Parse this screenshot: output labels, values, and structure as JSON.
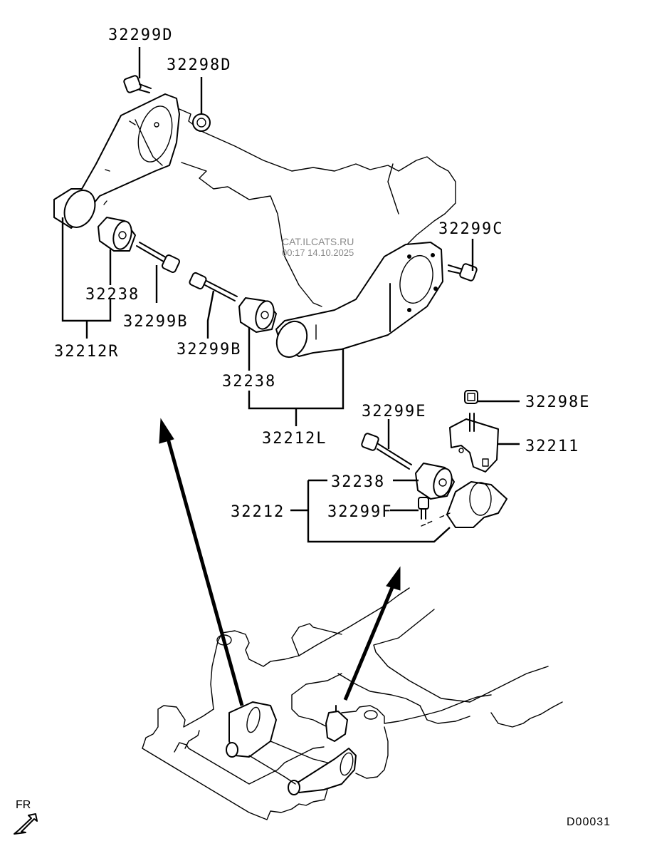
{
  "diagram": {
    "title": "Rear differential mounting parts",
    "watermark": {
      "site": "CAT.ILCATS.RU",
      "timestamp": "00:17 14.10.2025"
    },
    "drawing_code": "D00031",
    "direction_label": "FR",
    "part_labels": {
      "p_32299D": "32299D",
      "p_32298D": "32298D",
      "p_32299C": "32299C",
      "p_32238_left": "32238",
      "p_32299B_left": "32299B",
      "p_32212R": "32212R",
      "p_32299B_mid": "32299B",
      "p_32238_mid": "32238",
      "p_32212L": "32212L",
      "p_32298E": "32298E",
      "p_32299E": "32299E",
      "p_32211": "32211",
      "p_32238_right": "32238",
      "p_32212": "32212",
      "p_32299F": "32299F"
    },
    "colors": {
      "line": "#000000",
      "background": "#ffffff",
      "watermark": "#8a8a8a"
    }
  }
}
